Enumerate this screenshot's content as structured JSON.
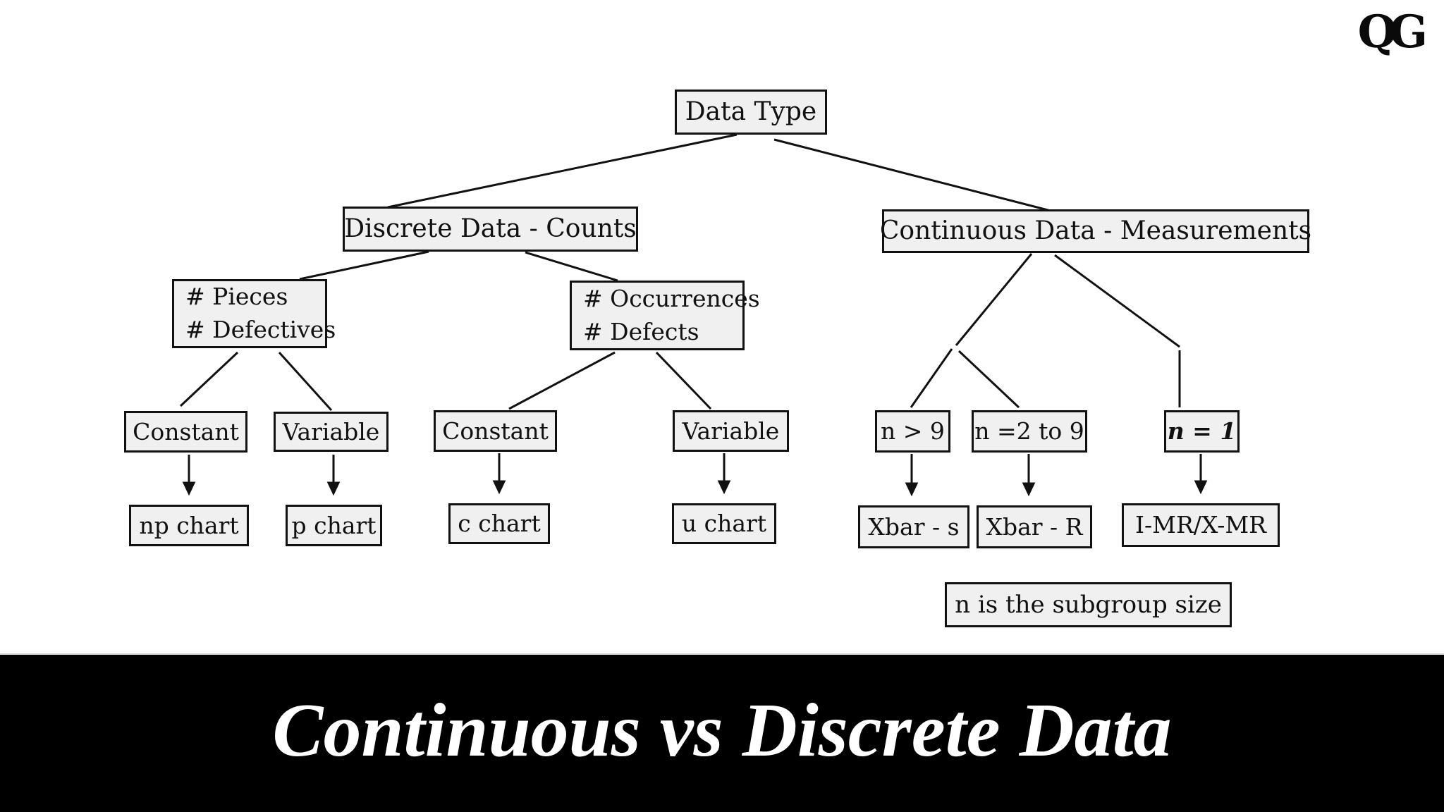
{
  "logo": "QG",
  "banner": {
    "title": "Continuous vs Discrete Data"
  },
  "colors": {
    "page_bg": "#ffffff",
    "box_fill": "#f0f0f0",
    "box_border": "#111111",
    "line": "#111111",
    "banner_bg": "#000000",
    "banner_text": "#ffffff"
  },
  "nodes": {
    "root": "Data Type",
    "discrete": "Discrete Data - Counts",
    "continuous": "Continuous Data - Measurements",
    "pieces": [
      "# Pieces",
      "# Defectives"
    ],
    "occurrences": [
      "# Occurrences",
      "# Defects"
    ],
    "pieces_constant": "Constant",
    "pieces_variable": "Variable",
    "occurrences_constant": "Constant",
    "occurrences_variable": "Variable",
    "n_gt_9": "n > 9",
    "n_2_to_9": "n =2 to 9",
    "n_eq_1": "n = 1",
    "np_chart": "np chart",
    "p_chart": "p chart",
    "c_chart": "c chart",
    "u_chart": "u chart",
    "xbar_s": "Xbar - s",
    "xbar_r": "Xbar - R",
    "imr_xmr": "I-MR/X-MR",
    "note": "n is the subgroup size"
  }
}
